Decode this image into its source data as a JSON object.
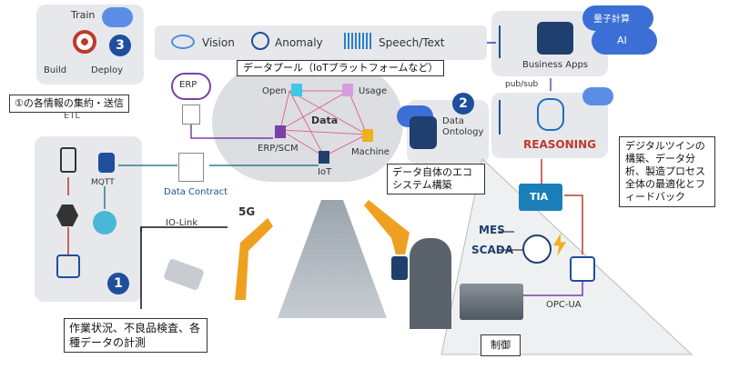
{
  "train_panel": {
    "train": "Train",
    "build": "Build",
    "deploy": "Deploy",
    "badge": "3"
  },
  "top_bar": {
    "vision": "Vision",
    "anomaly": "Anomaly",
    "speech": "Speech/Text"
  },
  "data_pool_label": "データプール（IoTプラットフォームなど）",
  "data_pool": {
    "open": "Open",
    "usage": "Usage",
    "data": "Data",
    "erp_scm": "ERP/SCM",
    "machine": "Machine",
    "iot": "IoT"
  },
  "erp": "ERP",
  "data_contract": "Data Contract",
  "info_callout": "①の各情報の集約・送信",
  "etl": "ETL",
  "mqtt": "MQTT",
  "badge1": "1",
  "badge2": "2",
  "data_ontology": "Data Ontology",
  "ecosystem_callout": "データ自体のエコシステム構築",
  "business_apps": "Business Apps",
  "quantum": "量子計算",
  "ai": "AI",
  "pubsub": "pub/sub",
  "reasoning": "REASONING",
  "digital_twin_callout": "デジタルツインの構築、データ分析、製造プロセス全体の最適化とフィードバック",
  "tia": "TIA",
  "mes": "MES",
  "scada": "SCADA",
  "opc_ua": "OPC-UA",
  "five_g": "5G",
  "io_link": "IO-Link",
  "control_label": "制御",
  "measure_callout": "作業状況、不良品検査、各種データの計測",
  "colors": {
    "panel": "#e6e8eb",
    "accent_blue": "#1f4e9c",
    "purple": "#7a3fa8",
    "red": "#c0392b",
    "teal": "#2a7f8f"
  }
}
